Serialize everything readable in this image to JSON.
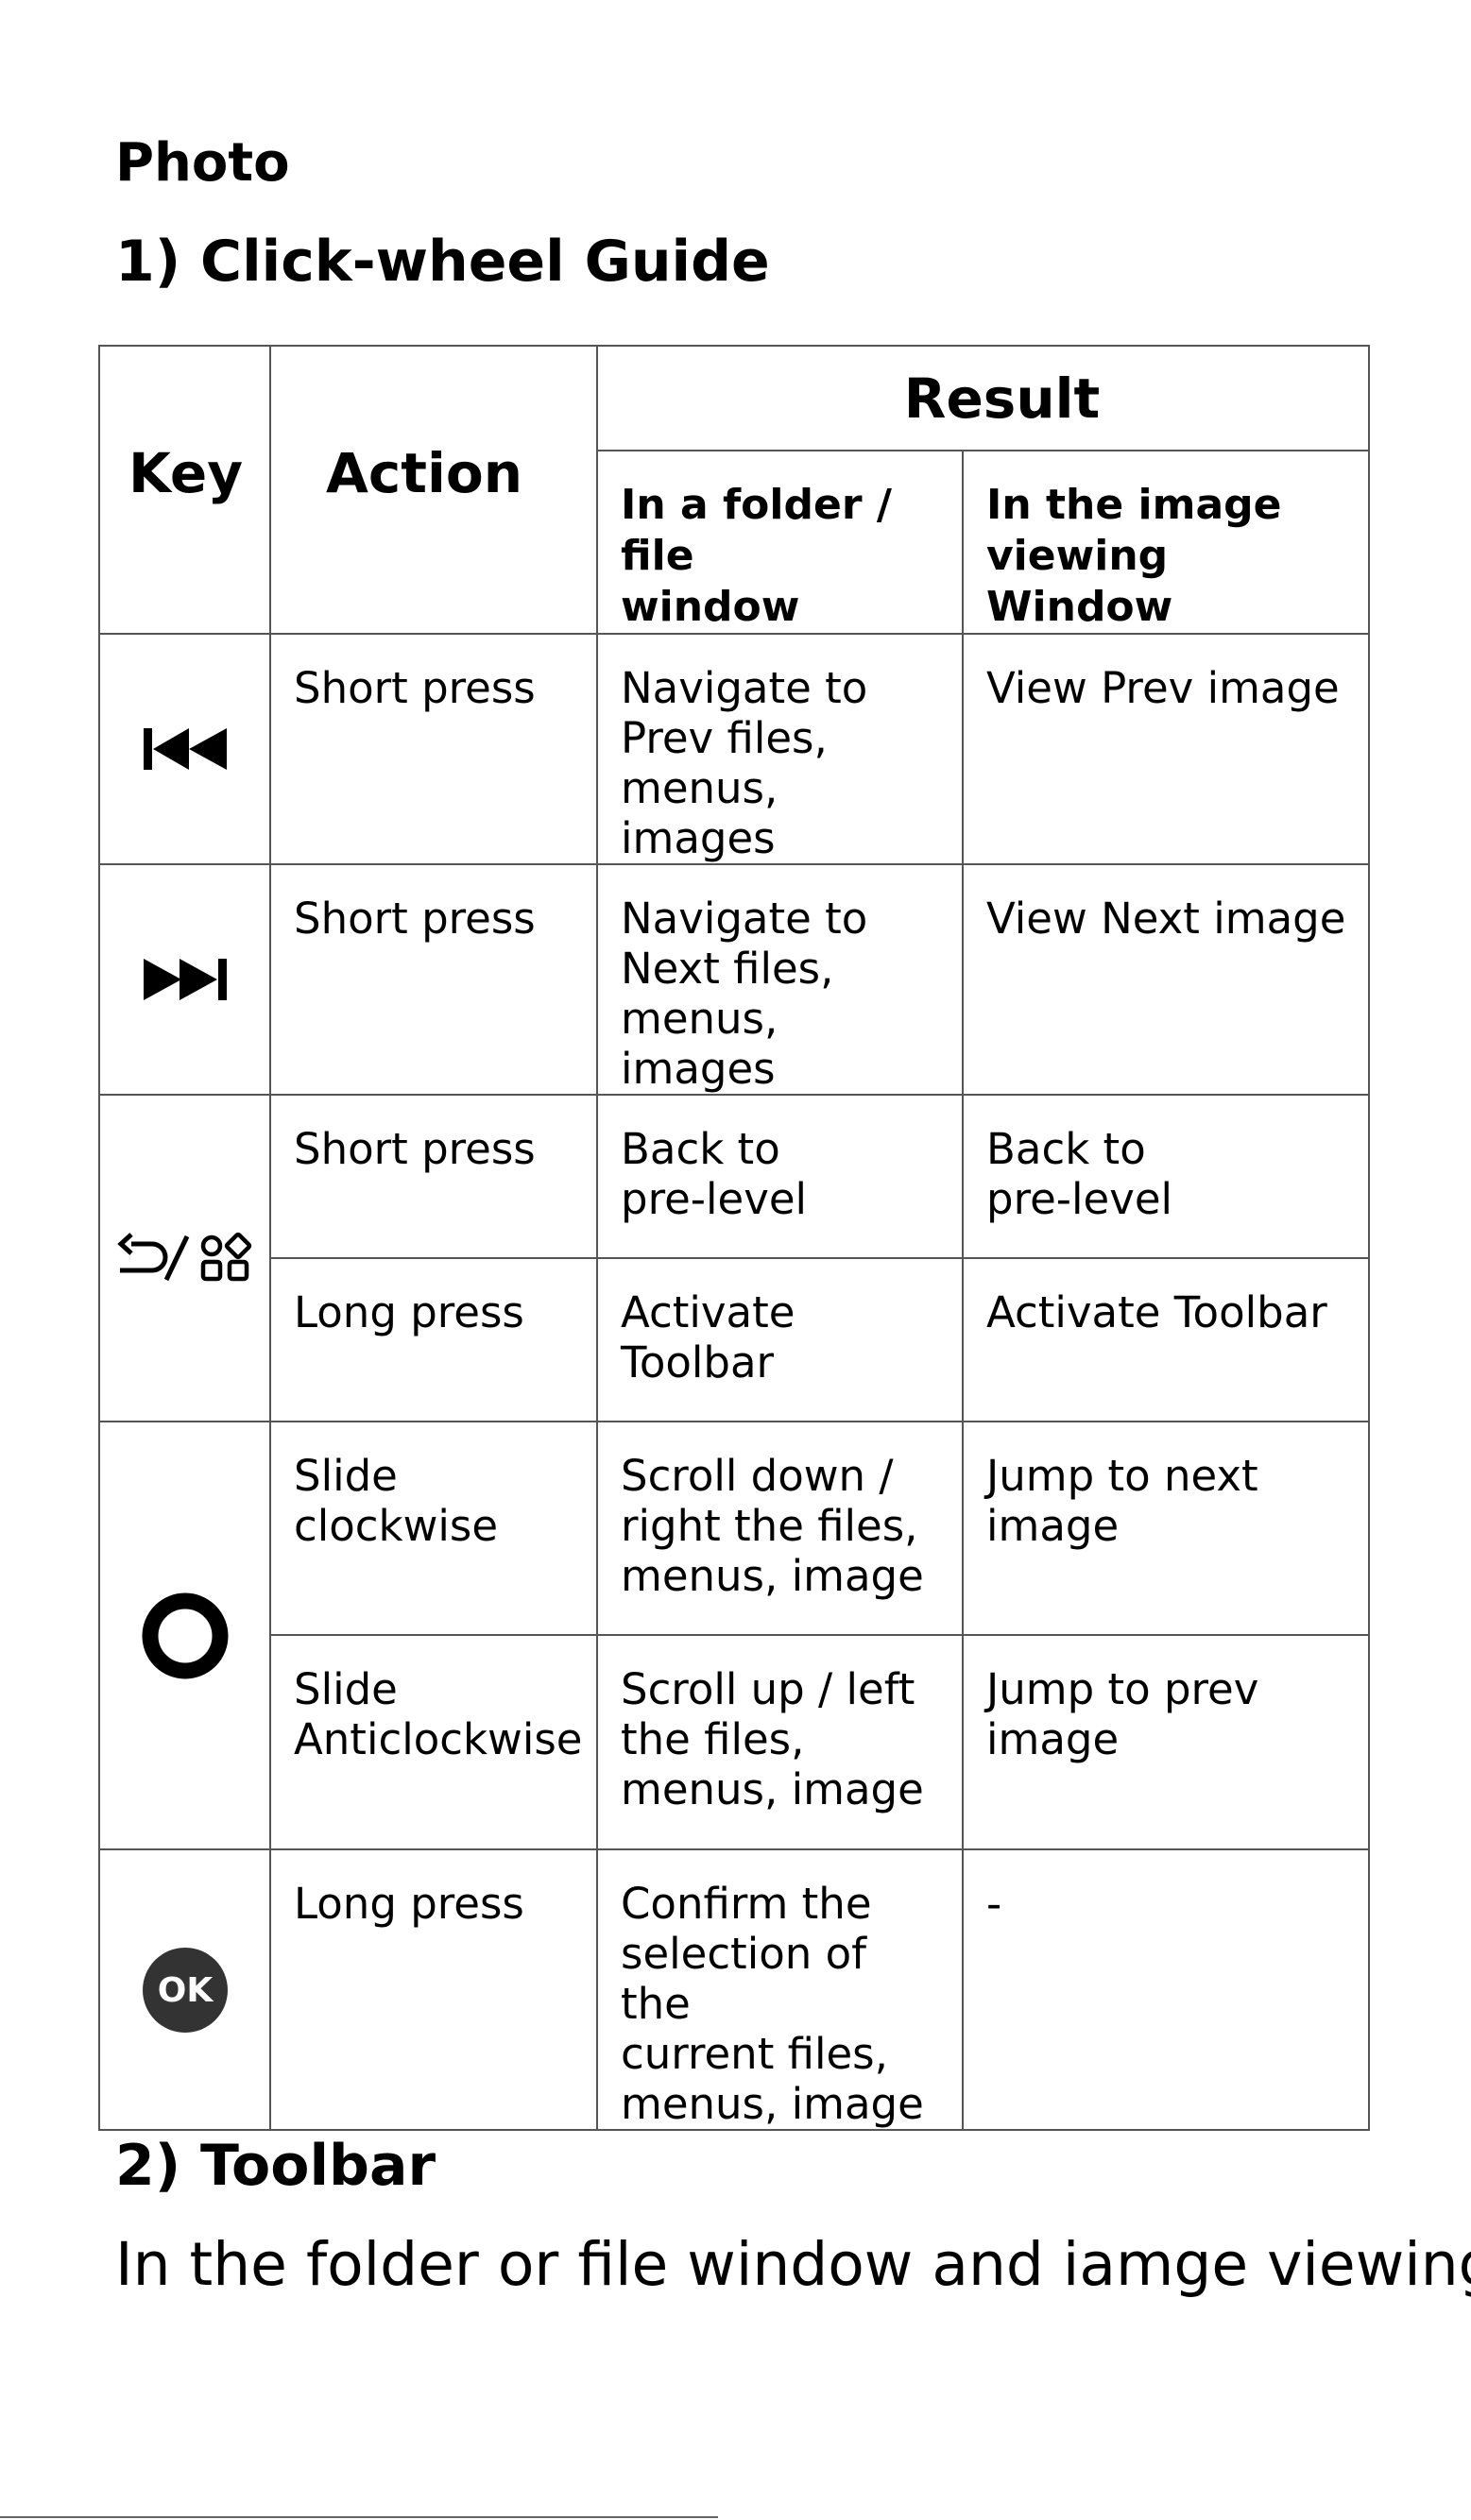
{
  "section_title": "Photo",
  "guide_title": "1) Click-wheel Guide",
  "table": {
    "header_key": "Key",
    "header_action": "Action",
    "header_result": "Result",
    "header_folder": "In a folder / file\nwindow",
    "header_image": "In the image\nviewing Window",
    "rows": [
      {
        "key_icon": "previous-track-icon",
        "action": "Short press",
        "folder": "Navigate to\nPrev files,\nmenus, images",
        "image": "View Prev image"
      },
      {
        "key_icon": "next-track-icon",
        "action": "Short press",
        "folder": "Navigate to\nNext files,\nmenus, images",
        "image": "View Next image"
      },
      {
        "key_icon": "back-menu-icon",
        "action": "Short press",
        "folder": "Back to\npre-level",
        "image": "Back to\npre-level"
      },
      {
        "key_icon": "back-menu-icon",
        "action": "Long press",
        "folder": "Activate\nToolbar",
        "image": "Activate Toolbar"
      },
      {
        "key_icon": "click-wheel-icon",
        "action": "Slide\nclockwise",
        "folder": "Scroll down /\nright the files,\nmenus, image",
        "image": "Jump to next\nimage"
      },
      {
        "key_icon": "click-wheel-icon",
        "action": "Slide\nAnticlockwise",
        "folder": "Scroll up / left\nthe files,\nmenus, image",
        "image": "Jump to prev\nimage"
      },
      {
        "key_icon": "ok-button-icon",
        "ok_label": "OK",
        "action": "Long press",
        "folder": "Confirm the\nselection of the\ncurrent files,\nmenus, image",
        "image": "-"
      }
    ]
  },
  "toolbar_title": "2) Toolbar",
  "toolbar_text": "In the folder or file window and iamge viewing"
}
